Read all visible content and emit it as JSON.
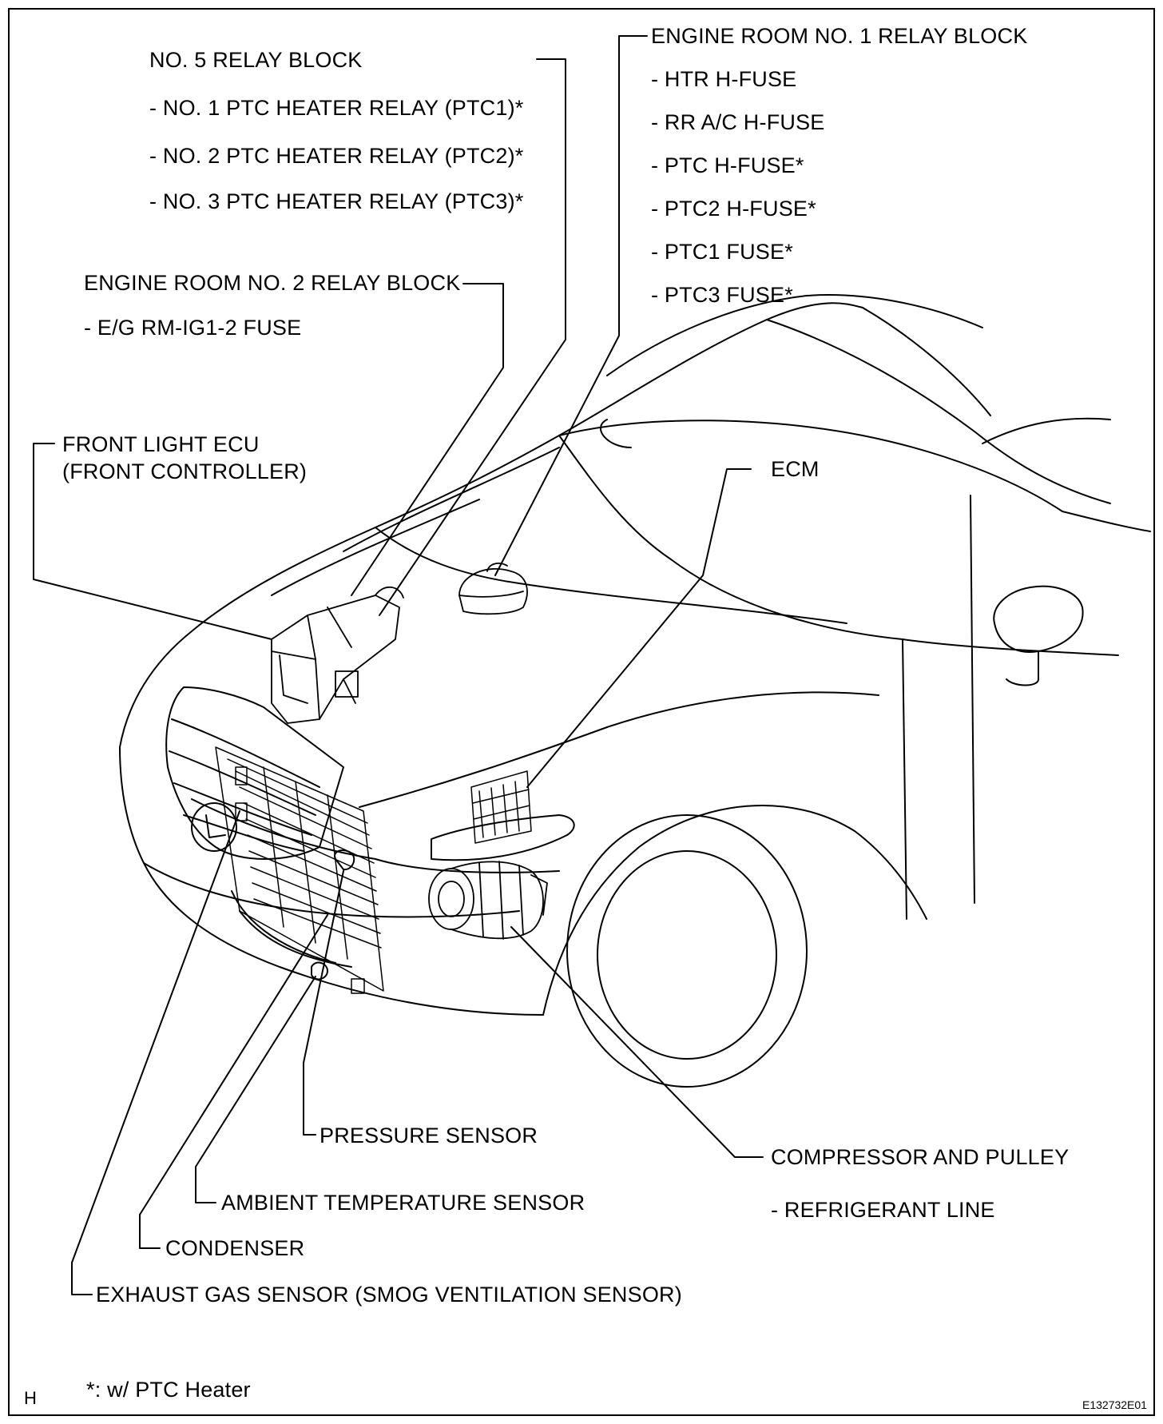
{
  "labels": {
    "no5_relay_block": "NO. 5 RELAY BLOCK",
    "no5_ptc1": "- NO. 1 PTC HEATER RELAY (PTC1)*",
    "no5_ptc2": "- NO. 2 PTC HEATER RELAY (PTC2)*",
    "no5_ptc3": "- NO. 3 PTC HEATER RELAY (PTC3)*",
    "er1_relay_block": "ENGINE ROOM NO. 1 RELAY BLOCK",
    "er1_htr": "- HTR H-FUSE",
    "er1_rrac": "- RR A/C H-FUSE",
    "er1_ptc": "- PTC H-FUSE*",
    "er1_ptc2": "- PTC2 H-FUSE*",
    "er1_ptc1": "- PTC1 FUSE*",
    "er1_ptc3": "- PTC3 FUSE*",
    "er2_relay_block": "ENGINE ROOM NO. 2 RELAY BLOCK",
    "er2_fuse": "- E/G RM-IG1-2 FUSE",
    "front_light_ecu": "FRONT LIGHT ECU",
    "front_controller": "(FRONT CONTROLLER)",
    "ecm": "ECM",
    "pressure_sensor": "PRESSURE SENSOR",
    "compressor": "COMPRESSOR AND PULLEY",
    "refrigerant_line": "- REFRIGERANT LINE",
    "ambient_sensor": "AMBIENT TEMPERATURE SENSOR",
    "condenser": "CONDENSER",
    "exhaust_sensor": "EXHAUST GAS SENSOR (SMOG VENTILATION SENSOR)"
  },
  "footnote": "*: w/ PTC Heater",
  "corner_letter": "H",
  "figure_id": "E132732E01"
}
